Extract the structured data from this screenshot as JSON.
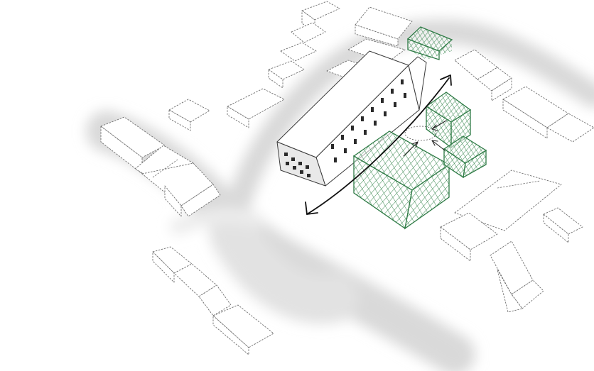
{
  "sketch": {
    "colors": {
      "background": "#ffffff",
      "existing_buildings": "#6f6f6f",
      "proposed_volumes": "#2e7a45",
      "street_shading": "#d9d9d9",
      "arrows": "#111111"
    },
    "layers": [
      "street-shading",
      "existing-buildings",
      "landmark-building",
      "proposed-volumes",
      "movement-arrows"
    ]
  }
}
